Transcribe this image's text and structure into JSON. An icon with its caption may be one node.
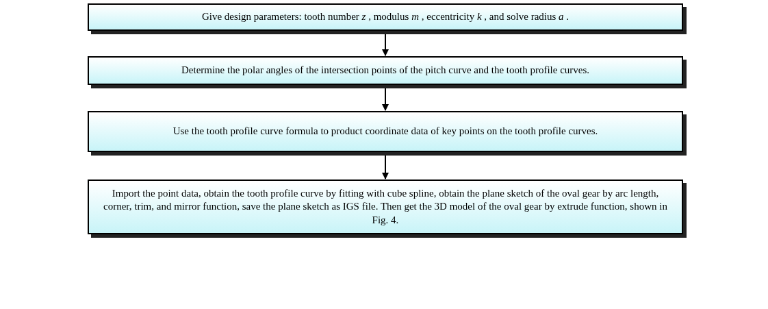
{
  "diagram": {
    "nodes": [
      {
        "text": [
          "Give design parameters: tooth number *z* , modulus *m* , eccentricity *k* , and solve radius  *a* ."
        ]
      },
      {
        "text": [
          "Determine the polar angles of the intersection points of the pitch curve and the tooth profile curves."
        ]
      },
      {
        "text": [
          "Use the tooth profile curve formula to product coordinate data of key points on the tooth profile curves."
        ]
      },
      {
        "text": [
          "Import the point data, obtain the tooth profile curve by fitting with cube spline, obtain the plane sketch of the oval gear by arc length, corner, trim, and mirror function, save the plane sketch as IGS file.  Then get the 3D model of the oval gear by extrude function, shown in Fig. 4."
        ]
      }
    ],
    "edges": [
      {
        "from": 0,
        "to": 1,
        "arrow": "to"
      },
      {
        "from": 1,
        "to": 2,
        "arrow": "to"
      },
      {
        "from": 2,
        "to": 3,
        "arrow": "to"
      }
    ]
  }
}
